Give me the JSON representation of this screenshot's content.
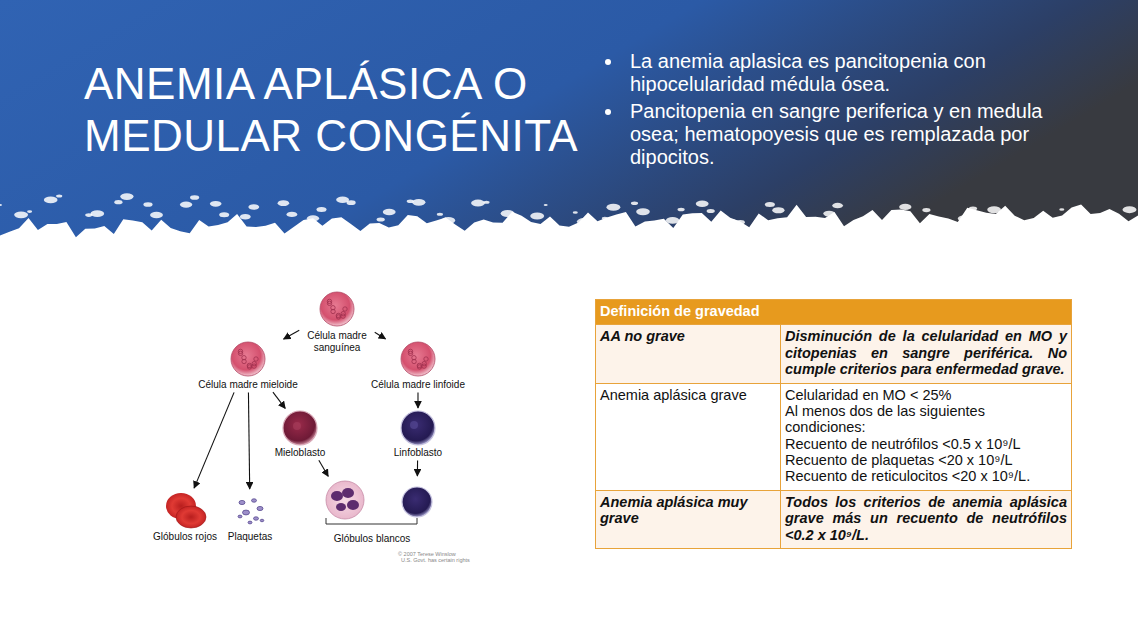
{
  "diagram": {
    "title": "ANEMIA APLÁSICA O MEDULAR CONGÉNITA",
    "nodes": [
      {
        "text": [
          "Célula madre sanguínea"
        ]
      },
      {
        "text": [
          "Célula madre mieloide"
        ]
      },
      {
        "text": [
          "Célula madre linfoide"
        ]
      },
      {
        "text": [
          "Mieloblasto"
        ]
      },
      {
        "text": [
          "Linfoblasto"
        ]
      },
      {
        "text": [
          "Glóbulos rojos"
        ]
      },
      {
        "text": [
          "Plaquetas"
        ]
      },
      {
        "text": [
          "Glóbulos blancos"
        ]
      }
    ],
    "edges": [
      {
        "from": 0,
        "to": 1,
        "arrow": "to"
      },
      {
        "from": 0,
        "to": 2,
        "arrow": "to"
      },
      {
        "from": 1,
        "to": 5,
        "arrow": "to"
      },
      {
        "from": 1,
        "to": 6,
        "arrow": "to"
      },
      {
        "from": 1,
        "to": 3,
        "arrow": "to"
      },
      {
        "from": 2,
        "to": 4,
        "arrow": "to"
      },
      {
        "from": 3,
        "to": 7,
        "arrow": "to"
      },
      {
        "from": 4,
        "to": 7,
        "arrow": "to"
      }
    ],
    "labels": [
      "La anemia aplasica es pancitopenia con hipocelularidad médula ósea.",
      "Pancitopenia en sangre periferica y en medula osea; hematopoyesis que es remplazada por dipocitos.",
      "Definición de gravedad",
      "AA no grave",
      "Disminución de la celularidad en MO y citopenias en sangre periférica. No cumple criterios para enfermedad grave.",
      "Anemia aplásica grave",
      "Celularidad en MO < 25%",
      "Al menos dos de las siguientes condiciones:",
      "Recuento de neutrófilos <0.5 x 10⁹/L",
      "Recuento de plaquetas <20 x 10⁹/L",
      "Recuento de reticulocitos <20 x 10⁹/L.",
      "Anemia aplásica muy grave",
      "Todos los criterios de anemia aplásica grave más un recuento de neutrófilos <0.2 x 10⁹/L.",
      "© 2007 Terese Winslow",
      "U.S. Govt. has certain rights"
    ]
  }
}
